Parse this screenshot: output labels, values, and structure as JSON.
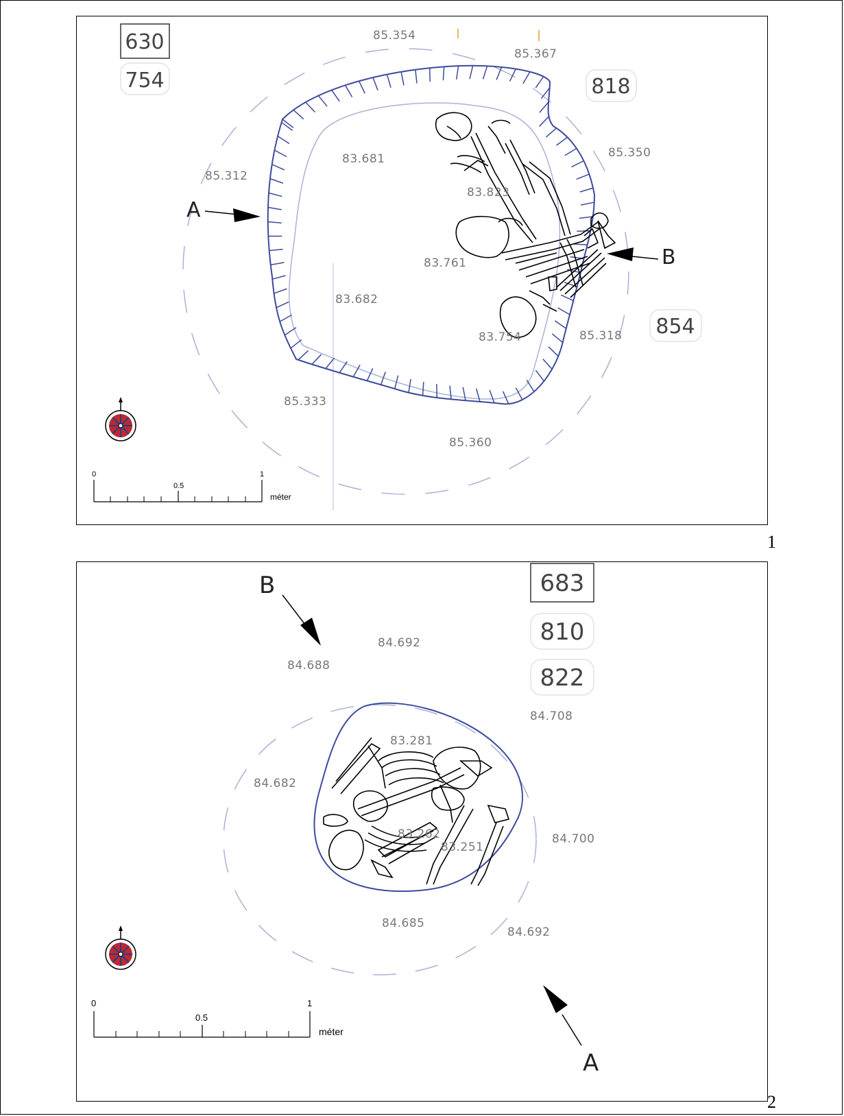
{
  "figures": [
    {
      "number": "1",
      "context_numbers": [
        "630",
        "754",
        "818",
        "854"
      ],
      "elevations": [
        "85.354",
        "85.367",
        "85.350",
        "85.312",
        "83.681",
        "83.823",
        "83.761",
        "83.682",
        "83.754",
        "85.318",
        "85.333",
        "85.360"
      ],
      "section_labels": [
        "A",
        "B"
      ],
      "scale": {
        "zero": "0",
        "half": "0.5",
        "one": "1",
        "unit": "méter"
      }
    },
    {
      "number": "2",
      "context_numbers": [
        "683",
        "810",
        "822"
      ],
      "elevations": [
        "84.692",
        "84.688",
        "84.708",
        "83.281",
        "84.682",
        "83.262",
        "83.251",
        "84.700",
        "84.685",
        "84.692"
      ],
      "section_labels": [
        "B",
        "A"
      ],
      "scale": {
        "zero": "0",
        "half": "0.5",
        "one": "1",
        "unit": "méter"
      }
    }
  ],
  "colors": {
    "pit_outline": "#3b4a9c",
    "contour": "#a9b1d6",
    "bone": "#000000",
    "compass_red": "#c0282d",
    "compass_blue": "#233e8b"
  },
  "icons": [
    "compass-rose-icon",
    "arrow-icon"
  ]
}
